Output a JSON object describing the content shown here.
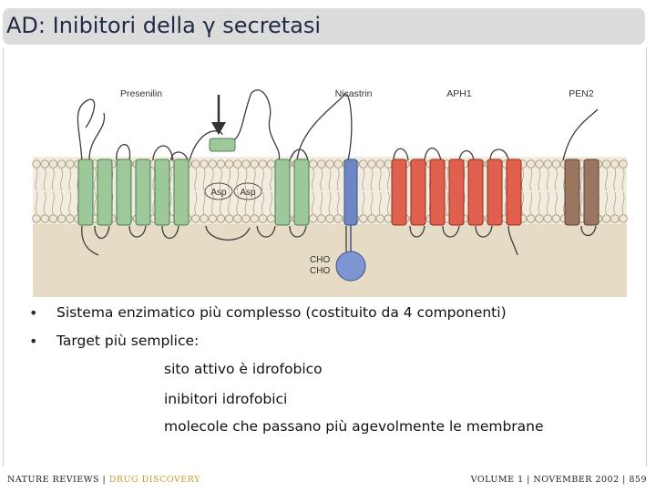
{
  "title": "AD: Inibitori della γ secretasi",
  "figure": {
    "labels": {
      "presenilin": "Presenilin",
      "nicastrin": "Nicastrin",
      "aph1": "APH1",
      "pen2": "PEN2",
      "asp1": "Asp",
      "asp2": "Asp",
      "cho1": "CHO",
      "cho2": "CHO"
    },
    "colors": {
      "presenilin": "#9cc89a",
      "nicastrin": "#6f86c4",
      "aph1": "#e0604d",
      "pen2": "#9a7560",
      "membrane_bg": "#e6dcc6",
      "headgroup": "#efe7d3"
    }
  },
  "bullets": [
    {
      "text": "Sistema enzimatico più complesso (costituito da 4 componenti)"
    },
    {
      "text": "Target più semplice:"
    }
  ],
  "subpoints": [
    "sito attivo è idrofobico",
    "inibitori idrofobici",
    "molecole che passano più agevolmente le membrane"
  ],
  "footer": {
    "journal": "NATURE REVIEWS",
    "section": "DRUG DISCOVERY",
    "volume": "VOLUME 1 | NOVEMBER 2002 | 859"
  }
}
